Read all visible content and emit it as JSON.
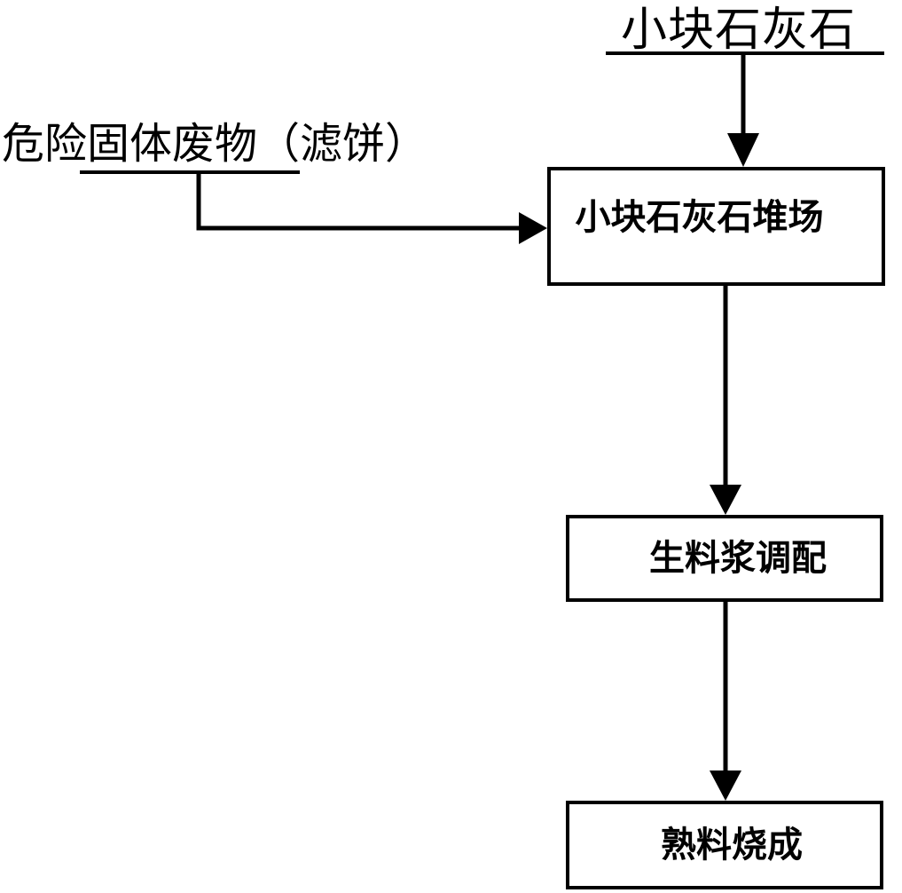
{
  "diagram": {
    "inputs": {
      "small_limestone": "小块石灰石",
      "hazardous_waste": "危险固体废物（滤饼）"
    },
    "steps": {
      "stockyard": "小块石灰石堆场",
      "slurry_blending": "生料浆调配",
      "clinker_burning": "熟料烧成"
    },
    "line_color": "#000000"
  }
}
